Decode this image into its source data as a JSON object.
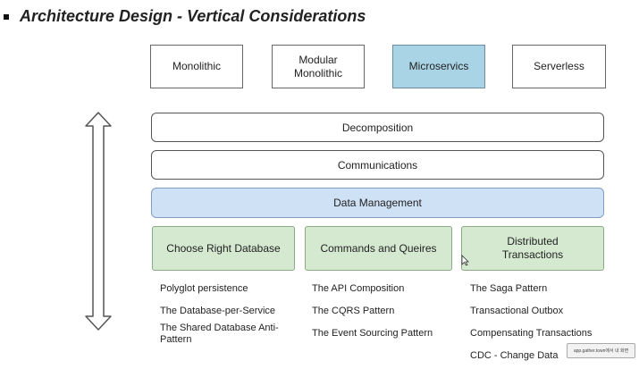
{
  "slide": {
    "title": "Architecture Design - Vertical Considerations"
  },
  "architectures": [
    {
      "label": "Monolithic"
    },
    {
      "label": "Modular\nMonolithic"
    },
    {
      "label": "Microservics"
    },
    {
      "label": "Serverless"
    }
  ],
  "highlight_color": "#a9d4e6",
  "layers": {
    "decomposition": "Decomposition",
    "communications": "Communications",
    "data_management": "Data Management"
  },
  "categories": [
    {
      "title": "Choose Right Database",
      "items": [
        "Polyglot persistence",
        "The Database-per-Service",
        "The Shared Database Anti-Pattern"
      ]
    },
    {
      "title": "Commands and Queires",
      "items": [
        "The API Composition",
        "The CQRS Pattern",
        "The Event Sourcing Pattern"
      ]
    },
    {
      "title": "Distributed\nTransactions",
      "items": [
        "The Saga Pattern",
        "Transactional Outbox",
        "Compensating Transactions",
        "CDC - Change Data"
      ]
    }
  ],
  "overlay_text": "app.gather.town에서 내 화면",
  "icons": {
    "vertical_arrow": "double-headed-vertical-arrow-icon",
    "cursor": "mouse-pointer-icon",
    "bullet": "square-bullet-icon"
  }
}
